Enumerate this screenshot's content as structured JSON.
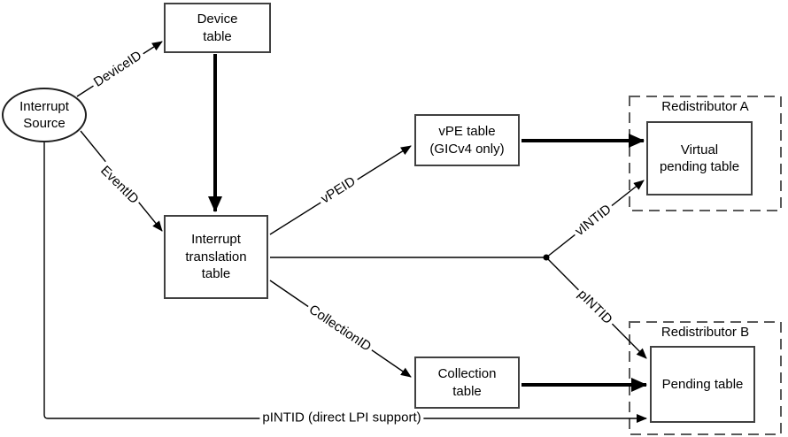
{
  "diagram": {
    "colors": {
      "background": "#ffffff",
      "line": "#000000",
      "box_border": "#404040",
      "dashed_border": "#595959",
      "text": "#000000"
    },
    "nodes": {
      "interrupt_source": {
        "label": "Interrupt\nSource"
      },
      "device_table": {
        "label": "Device\ntable"
      },
      "interrupt_translation_table": {
        "label": "Interrupt\ntranslation\ntable"
      },
      "vpe_table": {
        "label": "vPE table\n(GICv4 only)"
      },
      "collection_table": {
        "label": "Collection\ntable"
      },
      "virtual_pending_table": {
        "label": "Virtual\npending table"
      },
      "pending_table": {
        "label": "Pending table"
      }
    },
    "regions": {
      "redistributor_a": {
        "label": "Redistributor A"
      },
      "redistributor_b": {
        "label": "Redistributor B"
      }
    },
    "edge_labels": {
      "device_id": "DeviceID",
      "event_id": "EventID",
      "vpe_id": "vPEID",
      "collection_id": "CollectionID",
      "v_intid": "vINTID",
      "p_intid": "pINTID",
      "direct_lpi": "pINTID (direct LPI support)"
    }
  }
}
